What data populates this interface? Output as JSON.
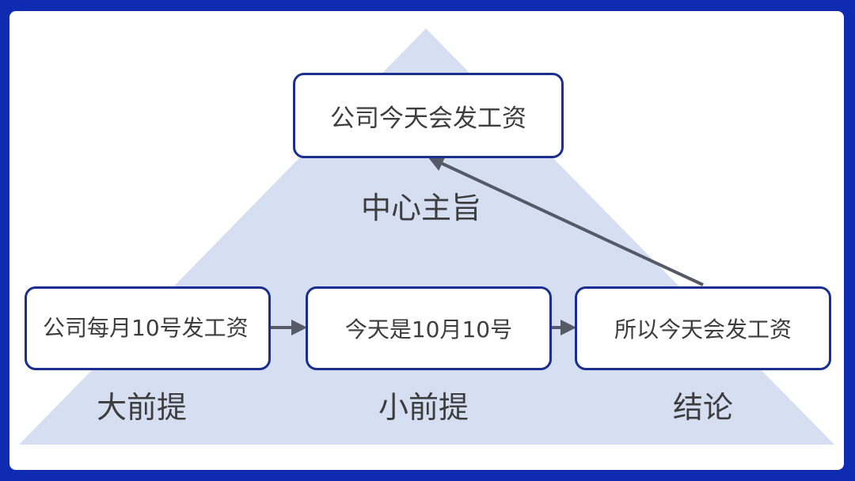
{
  "diagram": {
    "top_box": "公司今天会发工资",
    "top_label": "中心主旨",
    "major_premise_box": "公司每月10号发工资",
    "major_premise_label": "大前提",
    "minor_premise_box": "今天是10月10号",
    "minor_premise_label": "小前提",
    "conclusion_box": "所以今天会发工资",
    "conclusion_label": "结论"
  },
  "colors": {
    "border": "#0f2bb0",
    "pyramid_fill": "#d6def2",
    "box_border": "#1a2f8f",
    "arrow": "#555a66",
    "text": "#3d3d3d"
  }
}
